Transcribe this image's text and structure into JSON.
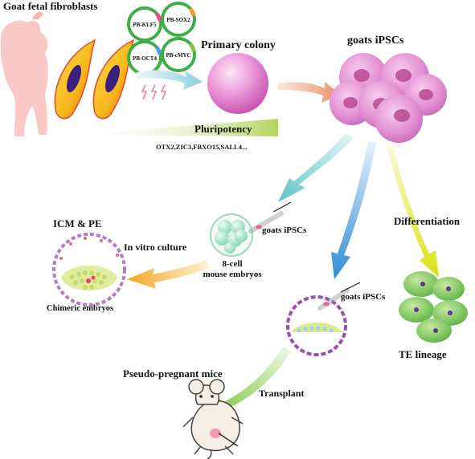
{
  "labels": {
    "source_cells": "Goat fetal fibroblasts",
    "primary_colony": "Primary colony",
    "goat_ipscs": "goats iPSCs",
    "pluripotency": "Pluripotency",
    "marker_genes": "OTX2,ZIC3,FBXO15,SALL4...",
    "icm_pe": "ICM & PE",
    "in_vitro_culture": "In vitro culture",
    "chimeric_embryos": "Chimeric embryos",
    "injected_cells_top": "goats iPSCs",
    "eight_cell_line1": "8-cell",
    "eight_cell_line2": "mouse embryos",
    "differentiation": "Differentiation",
    "injected_cells_bottom": "goats iPSCs",
    "te_lineage": "TE lineage",
    "pseudo_pregnant": "Pseudo-pregnant mice",
    "transplant": "Transplant"
  },
  "plasmids": [
    "PB-KLF5",
    "PB-SOX2",
    "PB-OCT4",
    "PB-cMYC"
  ],
  "colors": {
    "fibroblast_fill": "#f7c81a",
    "fibroblast_edge": "#e9452a",
    "nucleus": "#3a1f7d",
    "colony": "#e57bd0",
    "ipsc": "#dd86cf",
    "ipsc_nucleus": "#b4428d",
    "plasmid_ring": "#3fae49",
    "te_cell": "#6cc24a",
    "pluripotency_bar": "#bcd86b"
  }
}
